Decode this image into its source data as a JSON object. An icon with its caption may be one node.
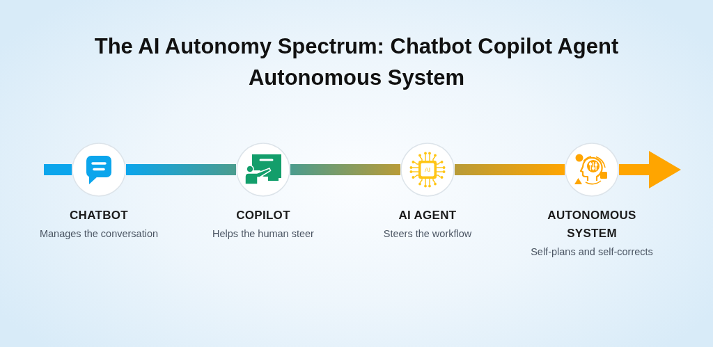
{
  "diagram": {
    "title": "The AI Autonomy Spectrum: Chatbot Copilot Agent Autonomous System",
    "nodes": [
      {
        "text": [
          "CHATBOT",
          "Manages the conversation"
        ]
      },
      {
        "text": [
          "COPILOT",
          "Helps the human steer"
        ]
      },
      {
        "text": [
          "AI AGENT",
          "Steers the workflow"
        ]
      },
      {
        "text": [
          "AUTONOMOUS SYSTEM",
          "Self-plans and self-corrects"
        ]
      }
    ],
    "edges": [
      {
        "from": null,
        "to": 0,
        "arrow": "none",
        "color": "#0ba5ec"
      },
      {
        "from": 0,
        "to": 1,
        "arrow": "none",
        "color": "#4b9c8e"
      },
      {
        "from": 1,
        "to": 2,
        "arrow": "none",
        "color": "#b89b38"
      },
      {
        "from": 2,
        "to": 3,
        "arrow": "none",
        "color": "#ffa500"
      },
      {
        "from": 3,
        "to": null,
        "arrow": "to",
        "color": "#ffa500"
      }
    ],
    "labels": [
      "AI"
    ]
  }
}
